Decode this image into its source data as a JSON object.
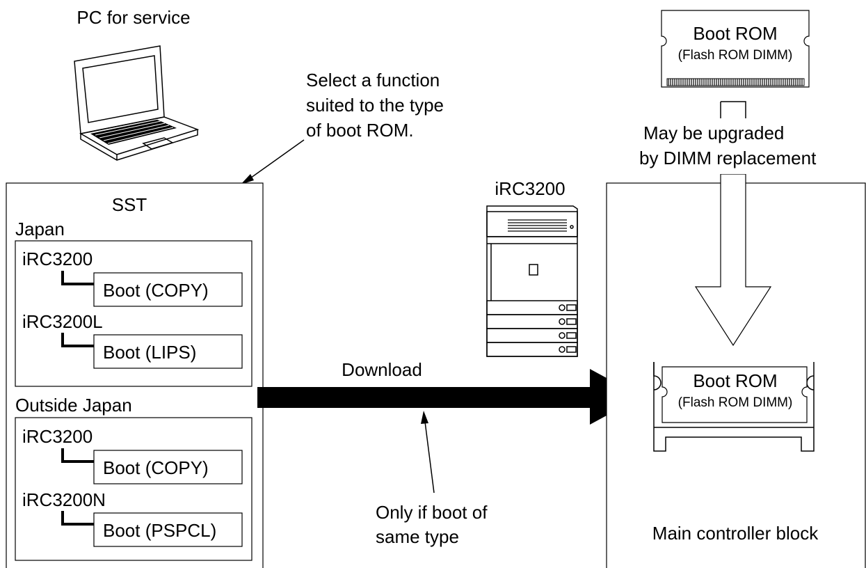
{
  "pc_label": "PC for service",
  "annotation_select": [
    "Select a function",
    "suited to the type",
    "of boot ROM."
  ],
  "sst": {
    "title": "SST",
    "groups": [
      {
        "region": "Japan",
        "models": [
          {
            "model": "iRC3200",
            "boot": "Boot (COPY)"
          },
          {
            "model": "iRC3200L",
            "boot": "Boot (LIPS)"
          }
        ]
      },
      {
        "region": "Outside Japan",
        "models": [
          {
            "model": "iRC3200",
            "boot": "Boot (COPY)"
          },
          {
            "model": "iRC3200N",
            "boot": "Boot (PSPCL)"
          }
        ]
      }
    ]
  },
  "copier_label": "iRC3200",
  "download_label": "Download",
  "only_if_label": [
    "Only if boot of",
    "same type"
  ],
  "upgrade_label": [
    "May be upgraded",
    "by DIMM replacement"
  ],
  "boot_rom_top": {
    "title": "Boot ROM",
    "subtitle": "(Flash ROM DIMM)"
  },
  "boot_rom_main": {
    "title": "Boot ROM",
    "subtitle": "(Flash ROM DIMM)"
  },
  "main_block_label": "Main controller block"
}
